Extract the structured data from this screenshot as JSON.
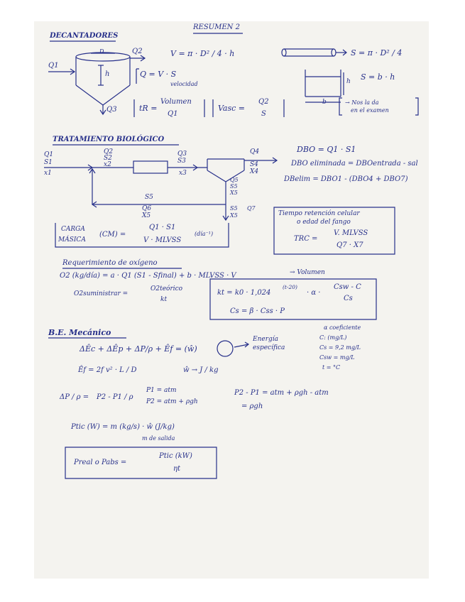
{
  "header": {
    "title": "RESUMEN 2",
    "section_decantadores": "DECANTADORES"
  },
  "decantador": {
    "flow_in": "Q1",
    "flow_top": "Q2",
    "flow_bottom": "Q3",
    "height": "h",
    "diameter": "D",
    "volume_eq": "V = π · D² / 4 · h",
    "caudal_eq": "Q = V · S",
    "velocity_note": "velocidad",
    "tr_eq_left": "tR =",
    "tr_eq_num": "Volumen",
    "tr_eq_den": "Q1",
    "vasc_left": "Vasc =",
    "vasc_num": "Q2",
    "vasc_den": "S",
    "pipe_eq": "S = π · D² / 4",
    "tank_height": "h",
    "tank_base": "b",
    "tank_area_eq": "S = b · h",
    "exam_note_1": "→ Nos la da",
    "exam_note_2": "en el examen"
  },
  "biologico": {
    "title": "TRATAMIENTO BIOLÓGICO",
    "in_q": "Q1",
    "in_s": "S1",
    "in_x": "x1",
    "mix_q": "Q2",
    "mix_s": "S2",
    "mix_x": "x2",
    "reactor_q": "Q3",
    "reactor_s": "S3",
    "reactor_x": "x3",
    "out_q": "Q4",
    "out_s": "S4",
    "out_x": "X4",
    "sed_q": "Q5",
    "sed_s": "S5",
    "sed_x": "X5",
    "rec_s": "S5",
    "rec_q": "Q6",
    "rec_x": "X5",
    "purga_s": "S5",
    "purga_q": "Q7",
    "purga_x": "X5",
    "dbo_eq": "DBO = Q1 · S1",
    "dbo_elim_eq": "DBO eliminada = DBOentrada - sal",
    "dbo_elim2_eq": "DBelim = DBO1 - (DBO4 + DBO7)",
    "cm_label_1": "CARGA",
    "cm_label_2": "MÁSICA",
    "cm_sym": "(CM) =",
    "cm_num": "Q1 · S1",
    "cm_den": "V · MLVSS",
    "cm_units": "(día⁻¹)",
    "trc_title_1": "Tiempo retención celular",
    "trc_title_2": "o edad del fango",
    "trc_left": "TRC =",
    "trc_num": "V. MLVSS",
    "trc_den": "Q7 · X7"
  },
  "oxigeno": {
    "title": "Requerimiento de oxígeno",
    "o2_eq": "O2 (kg/día) = a · Q1 (S1 - Sfinal) + b · MLVSS · V",
    "o2_volume": "→ Volumen",
    "o2_sum_left": "O2suministrar =",
    "o2_sum_num": "O2teórico",
    "o2_sum_den": "kt",
    "kt_eq": "kt = k0 · 1,024",
    "kt_exp": "(t-20)",
    "kt_alpha": "· α ·",
    "kt_num": "Csw - C",
    "kt_den": "Cs",
    "cs_eq": "Cs = β · Css · P"
  },
  "bem": {
    "title": "B.E. Mecánico",
    "balance_eq": "ΔÊc + ΔÊp + ΔP/ρ + Êf = (ŵ)",
    "energy_label_1": "Energía",
    "energy_label_2": "específica",
    "ef_eq": "Êf = 2f v² · L / D",
    "w_units": "ŵ → J / kg",
    "coef_1": "α coeficiente",
    "coef_2": "C: (mg/L)",
    "coef_3": "Cs = 9,2 mg/L",
    "coef_4": "Csw = mg/L",
    "coef_5": "t = °C",
    "dp_left": "ΔP / ρ =",
    "dp_right": "P2 - P1 / ρ",
    "p1": "P1 = atm",
    "p2": "P2 = atm + ρgh",
    "p_diff_1": "P2 - P1 = atm + ρgh - atm",
    "p_diff_2": "= ρgh",
    "potencia_eq": "Ptic (W) = m (kg/s) · ŵ (J/kg)",
    "potencia_note": "m de salida",
    "preal_left": "Preal o Pabs =",
    "preal_num": "Ptic (kW)",
    "preal_den": "ηt"
  }
}
